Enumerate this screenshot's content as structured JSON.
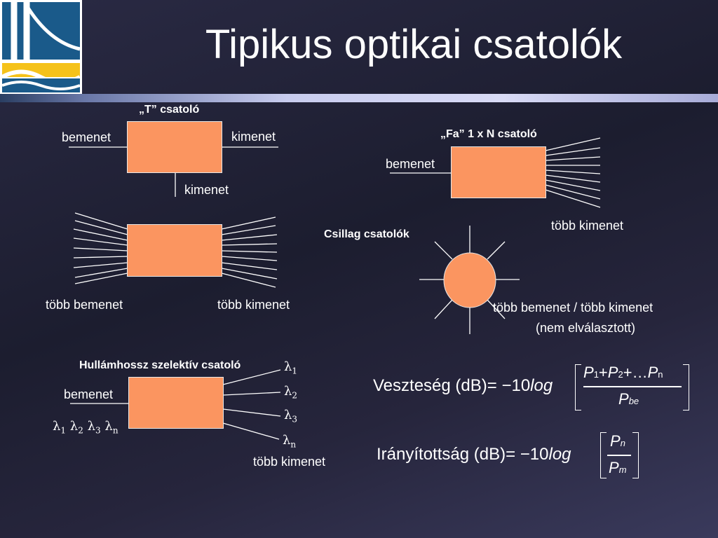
{
  "page_title": "Tipikus optikai csatolók",
  "t_coupler": {
    "title": "„T” csatoló",
    "input": "bemenet",
    "output_right": "kimenet",
    "output_bottom": "kimenet"
  },
  "multi_coupler": {
    "inputs": "több bemenet",
    "outputs": "több kimenet"
  },
  "tree_coupler": {
    "title": "„Fa” 1 x N csatoló",
    "input": "bemenet",
    "outputs": "több kimenet"
  },
  "star_coupler": {
    "title": "Csillag csatolók",
    "caption_line1": "több bemenet / több kimenet",
    "caption_line2": "(nem elválasztott)"
  },
  "wdm_coupler": {
    "title": "Hullámhossz szelektív csatoló",
    "input": "bemenet",
    "outputs": "több kimenet",
    "lambda": "λ",
    "out_subs": [
      "1",
      "2",
      "3",
      "n"
    ],
    "in_subs": [
      "1",
      "2",
      "3",
      "n"
    ]
  },
  "formula_loss": {
    "lhs": "Veszteség",
    "unit": "(dB)",
    "eq": "= −10",
    "log": "log",
    "num_p": "P",
    "num_subs": [
      "1",
      "2",
      "n"
    ],
    "plus": "+",
    "dots": "…",
    "den_p": "P",
    "den_sub": "be"
  },
  "formula_dir": {
    "lhs": "Irányítottság",
    "unit": "(dB)",
    "eq": "= −10",
    "log": "log",
    "num_p": "P",
    "num_sub": "n",
    "den_p": "P",
    "den_sub": "m"
  },
  "colors": {
    "box_fill": "#fb9560",
    "logo_blue": "#1a5a8a",
    "logo_yellow": "#f5c21a"
  }
}
